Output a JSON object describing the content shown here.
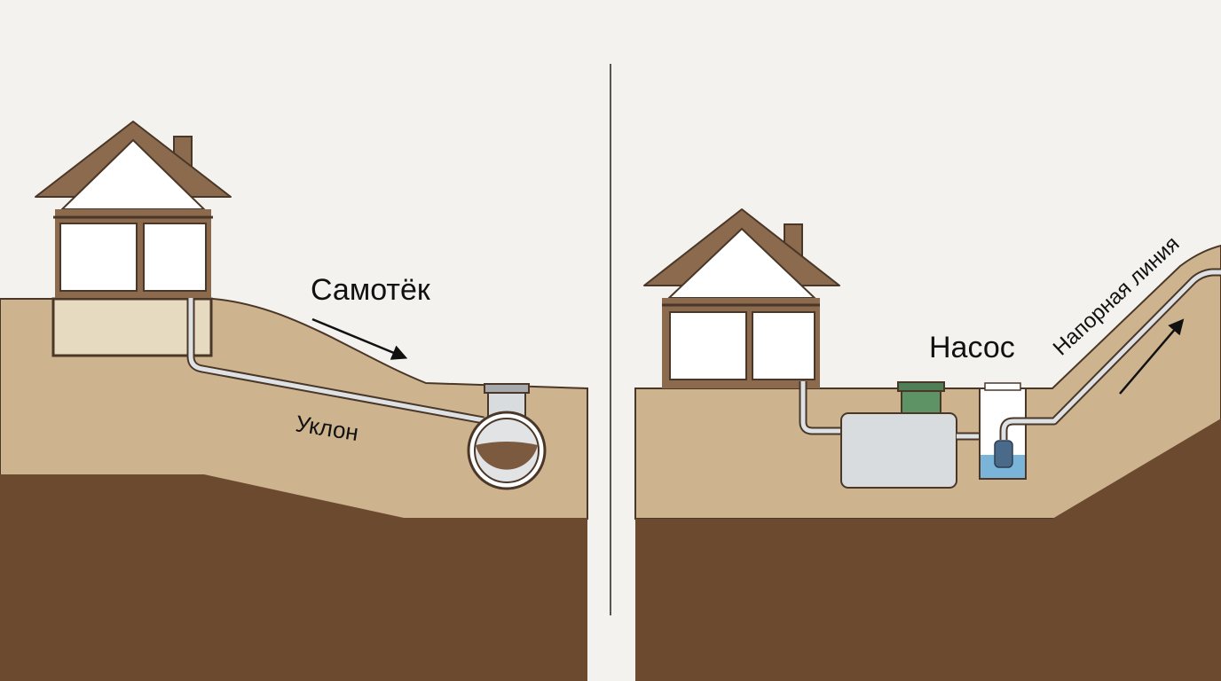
{
  "left_panel": {
    "flow_label": "Самотёк",
    "slope_label": "Уклон"
  },
  "right_panel": {
    "pump_label": "Насос",
    "pressure_line_label": "Напорная линия"
  },
  "colors": {
    "background": "#f4f2ee",
    "topsoil": "#cdb48e",
    "subsoil": "#6b4a2f",
    "outline": "#4a3728",
    "house_wall": "#ffffff",
    "basement": "#e6dac1",
    "pipe": "#dfe2e5",
    "tank": "#d9dcdf",
    "lid_green": "#5d9365",
    "water": "#7ab4d8",
    "pump": "#4a6a8a"
  }
}
